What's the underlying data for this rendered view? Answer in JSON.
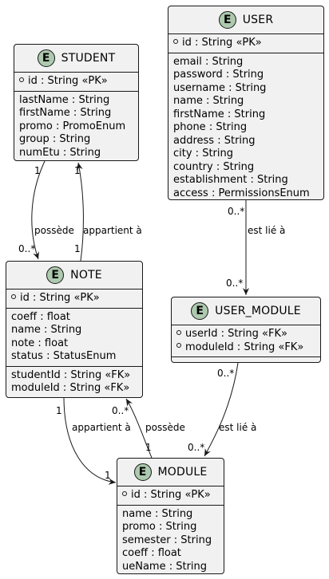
{
  "entities": {
    "user": {
      "name": "USER",
      "icon": "E",
      "pk": [
        "id : String «PK»"
      ],
      "fields": [
        "email : String",
        "password : String",
        "username : String",
        "name : String",
        "firstName : String",
        "phone : String",
        "address : String",
        "city : String",
        "country : String",
        "establishment : String",
        "access : PermissionsEnum"
      ]
    },
    "student": {
      "name": "STUDENT",
      "icon": "E",
      "pk": [
        "id : String «PK»"
      ],
      "fields": [
        "lastName : String",
        "firstName : String",
        "promo : PromoEnum",
        "group : String",
        "numEtu : String"
      ]
    },
    "note": {
      "name": "NOTE",
      "icon": "E",
      "pk": [
        "id : String «PK»"
      ],
      "fields": [
        "coeff : float",
        "name : String",
        "note : float",
        "status : StatusEnum"
      ],
      "fks": [
        "studentId : String «FK»",
        "moduleId : String «FK»"
      ]
    },
    "user_module": {
      "name": "USER_MODULE",
      "icon": "E",
      "pk": [
        "userId : String «FK»",
        "moduleId : String «FK»"
      ]
    },
    "module": {
      "name": "MODULE",
      "icon": "E",
      "pk": [
        "id : String «PK»"
      ],
      "fields": [
        "name : String",
        "promo : String",
        "semester : String",
        "coeff : float",
        "ueName : String"
      ]
    }
  },
  "relations": {
    "student_note_a": {
      "label": "possède",
      "from_card": "1",
      "to_card": "0..*"
    },
    "student_note_b": {
      "label": "appartient à",
      "from_card": "1",
      "to_card": "1"
    },
    "user_usermodule": {
      "label": "est lié à",
      "from_card": "0..*",
      "to_card": "0..*"
    },
    "note_module_a": {
      "label": "appartient à",
      "from_card": "1",
      "to_card": "1"
    },
    "note_module_b": {
      "label": "possède",
      "from_card": "1",
      "to_card": "0..*"
    },
    "usermodule_module": {
      "label": "est lié à",
      "from_card": "0..*",
      "to_card": "0..*"
    }
  },
  "colors": {
    "entity_fill": "#f1f1f1",
    "icon_fill": "#adc9ae",
    "line": "#181818"
  }
}
